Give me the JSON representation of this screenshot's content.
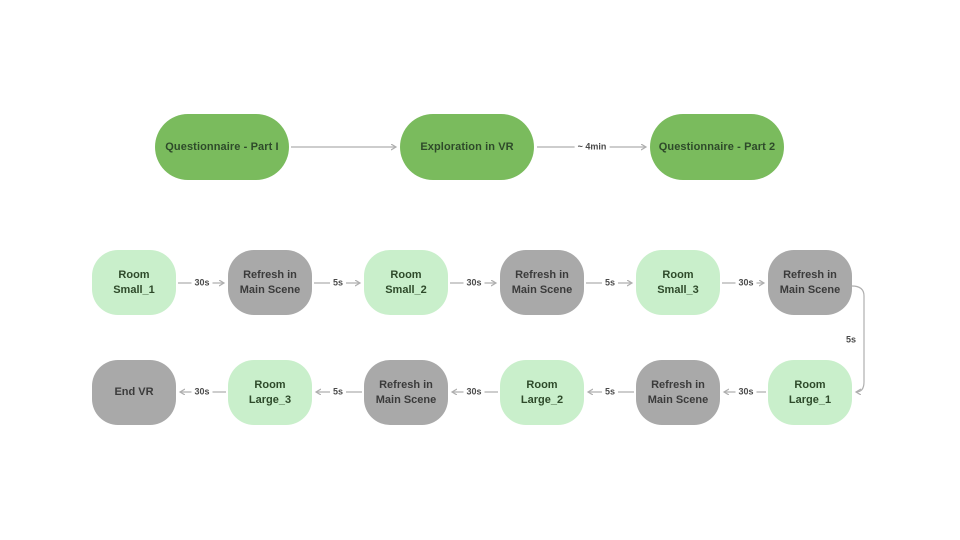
{
  "colors": {
    "green": "#7ABB5D",
    "light_green": "#C9EFCB",
    "gray": "#A9A9A9",
    "arrow": "#AFAFAF",
    "dark_green_text": "#2E4A2A",
    "dark_gray_text": "#3B3B3B"
  },
  "top_flow": {
    "nodes": [
      {
        "label": "Questionnaire - Part I"
      },
      {
        "label": "Exploration in VR"
      },
      {
        "label": "Questionnaire - Part 2"
      }
    ],
    "edge_labels": {
      "q1_to_explore": "",
      "explore_to_q2": "~ 4min"
    }
  },
  "small_row": {
    "nodes": [
      {
        "label": "Room\nSmall_1",
        "type": "room"
      },
      {
        "label": "Refresh in\nMain Scene",
        "type": "refresh"
      },
      {
        "label": "Room\nSmall_2",
        "type": "room"
      },
      {
        "label": "Refresh in\nMain Scene",
        "type": "refresh"
      },
      {
        "label": "Room\nSmall_3",
        "type": "room"
      },
      {
        "label": "Refresh in\nMain Scene",
        "type": "refresh"
      }
    ],
    "edge_labels": [
      "30s",
      "5s",
      "30s",
      "5s",
      "30s"
    ]
  },
  "connector": {
    "label": "5s"
  },
  "large_row": {
    "nodes": [
      {
        "label": "Room\nLarge_1",
        "type": "room"
      },
      {
        "label": "Refresh in\nMain Scene",
        "type": "refresh"
      },
      {
        "label": "Room\nLarge_2",
        "type": "room"
      },
      {
        "label": "Refresh in\nMain Scene",
        "type": "refresh"
      },
      {
        "label": "Room\nLarge_3",
        "type": "room"
      },
      {
        "label": "End VR",
        "type": "end"
      }
    ],
    "edge_labels": [
      "30s",
      "5s",
      "30s",
      "5s",
      "30s"
    ]
  }
}
